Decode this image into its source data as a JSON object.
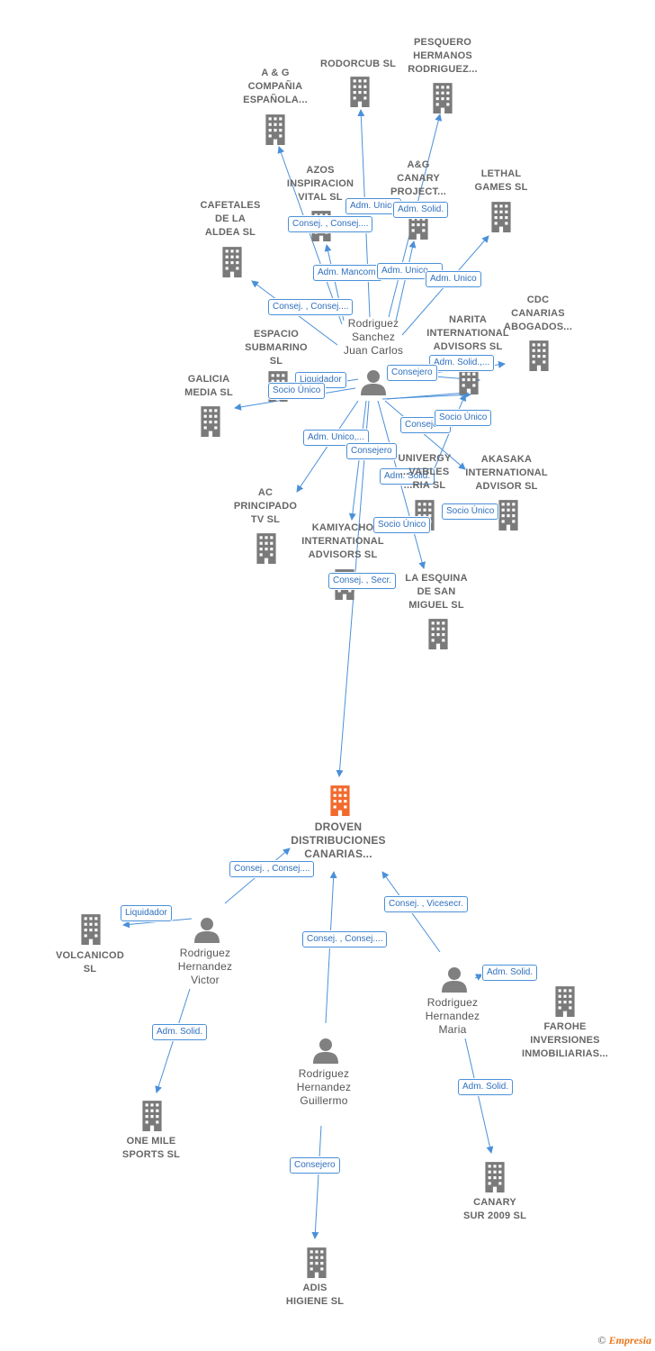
{
  "colors": {
    "edge": "#4a90d9",
    "company": "#7a7a7a",
    "focus": "#f26a2e",
    "person": "#808080"
  },
  "footer": {
    "copyright": "©",
    "brand": "Empresia"
  },
  "focus": {
    "id": "droven",
    "name": "DROVEN DISTRIBUCIONES CANARIAS..."
  },
  "nodes": [
    {
      "id": "ayg",
      "type": "company",
      "name": "A & G COMPAÑIA ESPAÑOLA..."
    },
    {
      "id": "rodorcub",
      "type": "company",
      "name": "RODORCUB  SL"
    },
    {
      "id": "pesquero",
      "type": "company",
      "name": "PESQUERO HERMANOS RODRIGUEZ..."
    },
    {
      "id": "azos",
      "type": "company",
      "name": "AZOS INSPIRACION VITAL  SL"
    },
    {
      "id": "agcanary",
      "type": "company",
      "name": "A&G CANARY PROJECT..."
    },
    {
      "id": "lethal",
      "type": "company",
      "name": "LETHAL GAMES  SL"
    },
    {
      "id": "cafetales",
      "type": "company",
      "name": "CAFETALES DE LA ALDEA SL"
    },
    {
      "id": "cdc",
      "type": "company",
      "name": "CDC CANARIAS ABOGADOS..."
    },
    {
      "id": "narita",
      "type": "company",
      "name": "NARITA INTERNATIONAL ADVISORS  SL"
    },
    {
      "id": "espacio",
      "type": "company",
      "name": "ESPACIO SUBMARINO SL"
    },
    {
      "id": "galicia",
      "type": "company",
      "name": "GALICIA MEDIA  SL"
    },
    {
      "id": "univergy",
      "type": "company",
      "name": "UNIVERGY ...VABLES ...RIA  SL"
    },
    {
      "id": "akasaka",
      "type": "company",
      "name": "AKASAKA INTERNATIONAL ADVISOR  SL"
    },
    {
      "id": "acprincipado",
      "type": "company",
      "name": "AC PRINCIPADO TV  SL"
    },
    {
      "id": "kamiyacho",
      "type": "company",
      "name": "KAMIYACHO INTERNATIONAL ADVISORS  SL"
    },
    {
      "id": "esquina",
      "type": "company",
      "name": "LA ESQUINA DE SAN MIGUEL  SL"
    },
    {
      "id": "juancarlos",
      "type": "person",
      "name": "Rodriguez Sanchez Juan Carlos"
    },
    {
      "id": "volcanicod",
      "type": "company",
      "name": "VOLCANICOD SL"
    },
    {
      "id": "victor",
      "type": "person",
      "name": "Rodriguez Hernandez Victor"
    },
    {
      "id": "maria",
      "type": "person",
      "name": "Rodriguez Hernandez Maria"
    },
    {
      "id": "farohe",
      "type": "company",
      "name": "FAROHE INVERSIONES INMOBILIARIAS..."
    },
    {
      "id": "guillermo",
      "type": "person",
      "name": "Rodriguez Hernandez Guillermo"
    },
    {
      "id": "onemile",
      "type": "company",
      "name": "ONE MILE SPORTS  SL"
    },
    {
      "id": "canarysur",
      "type": "company",
      "name": "CANARY SUR 2009  SL"
    },
    {
      "id": "adis",
      "type": "company",
      "name": "ADIS HIGIENE SL"
    }
  ],
  "edges": [
    {
      "from": "juancarlos",
      "to": "ayg",
      "label": "Consej. , Consej...."
    },
    {
      "from": "juancarlos",
      "to": "rodorcub",
      "label": "Adm. Unico"
    },
    {
      "from": "juancarlos",
      "to": "pesquero",
      "label": "Adm. Solid."
    },
    {
      "from": "juancarlos",
      "to": "azos",
      "label": "Adm. Mancom."
    },
    {
      "from": "juancarlos",
      "to": "agcanary",
      "label": "Adm. Unico,..."
    },
    {
      "from": "juancarlos",
      "to": "lethal",
      "label": "Adm. Unico"
    },
    {
      "from": "juancarlos",
      "to": "cafetales",
      "label": "Consej. , Consej...."
    },
    {
      "from": "juancarlos",
      "to": "cdc",
      "label": "Adm. Solid.,..."
    },
    {
      "from": "juancarlos",
      "to": "narita",
      "label": "Consejero"
    },
    {
      "from": "juancarlos",
      "to": "espacio",
      "label": "Liquidador"
    },
    {
      "from": "juancarlos",
      "to": "galicia",
      "label": "Socio Único"
    },
    {
      "from": "juancarlos",
      "to": "univergy",
      "label": "Consejero"
    },
    {
      "from": "juancarlos",
      "to": "akasaka",
      "label": "Socio Único"
    },
    {
      "from": "juancarlos",
      "to": "acprincipado",
      "label": "Adm. Unico,..."
    },
    {
      "from": "juancarlos",
      "to": "kamiyacho",
      "label": "Consejero"
    },
    {
      "from": "juancarlos",
      "to": "esquina",
      "label": "Adm. Solid."
    },
    {
      "from": "juancarlos",
      "to": "esquina",
      "label": "Socio Único"
    },
    {
      "from": "juancarlos",
      "to": "akasaka",
      "label": "Socio Único"
    },
    {
      "from": "juancarlos",
      "to": "droven",
      "label": "Consej. , Secr."
    },
    {
      "from": "victor",
      "to": "droven",
      "label": "Consej. , Consej...."
    },
    {
      "from": "victor",
      "to": "volcanicod",
      "label": "Liquidador"
    },
    {
      "from": "victor",
      "to": "onemile",
      "label": "Adm. Solid."
    },
    {
      "from": "guillermo",
      "to": "droven",
      "label": "Consej. , Consej...."
    },
    {
      "from": "guillermo",
      "to": "adis",
      "label": "Consejero"
    },
    {
      "from": "maria",
      "to": "droven",
      "label": "Consej. , Vicesecr."
    },
    {
      "from": "maria",
      "to": "farohe",
      "label": "Adm. Solid."
    },
    {
      "from": "maria",
      "to": "canarysur",
      "label": "Adm. Solid."
    },
    {
      "from": "juancarlos",
      "to": "univergy",
      "label": "Consejero"
    }
  ]
}
